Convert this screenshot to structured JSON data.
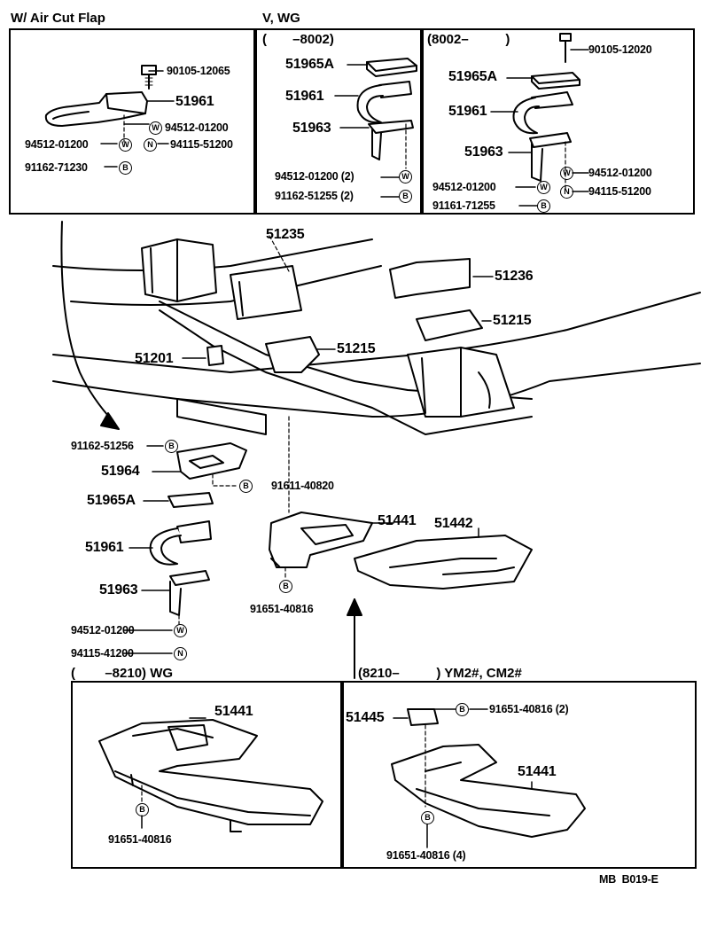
{
  "headers": {
    "air_cut_flap": "W/ Air Cut Flap",
    "v_wg": "V, WG",
    "range_to_8002": "(       –8002)",
    "range_from_8002": "(8002–          )",
    "range_to_8210": "(        –8210) WG",
    "range_from_8210": "(8210–          ) YM2#, CM2#"
  },
  "box1": {
    "bolt": "90105-12065",
    "p51961": "51961",
    "w1": "94512-01200",
    "w2": "94512-01200",
    "n1": "94115-51200",
    "b1": "91162-71230"
  },
  "box2": {
    "p51965a": "51965A",
    "p51961": "51961",
    "p51963": "51963",
    "w": "94512-01200 (2)",
    "b": "91162-51255 (2)"
  },
  "box3": {
    "bolt": "90105-12020",
    "p51965a": "51965A",
    "p51961": "51961",
    "p51963": "51963",
    "w1": "94512-01200",
    "w2": "94512-01200",
    "n": "94115-51200",
    "b": "91161-71255"
  },
  "main": {
    "p51235": "51235",
    "p51236": "51236",
    "p51215a": "51215",
    "p51215b": "51215",
    "p51201": "51201",
    "b_51256": "91162-51256",
    "p51964": "51964",
    "b_40820": "91611-40820",
    "p51965a": "51965A",
    "p51961": "51961",
    "p51963": "51963",
    "w": "94512-01200",
    "n": "94115-41200",
    "p51441": "51441",
    "p51442": "51442",
    "b_40816": "91651-40816"
  },
  "box4": {
    "p51441": "51441",
    "b": "91651-40816"
  },
  "box5": {
    "p51445": "51445",
    "b_top": "91651-40816 (2)",
    "p51441": "51441",
    "b_bottom": "91651-40816 (4)"
  },
  "symbols": {
    "washer": "W",
    "nut": "N",
    "bolt": "B"
  },
  "footer": {
    "code": "MB  B019-E"
  }
}
